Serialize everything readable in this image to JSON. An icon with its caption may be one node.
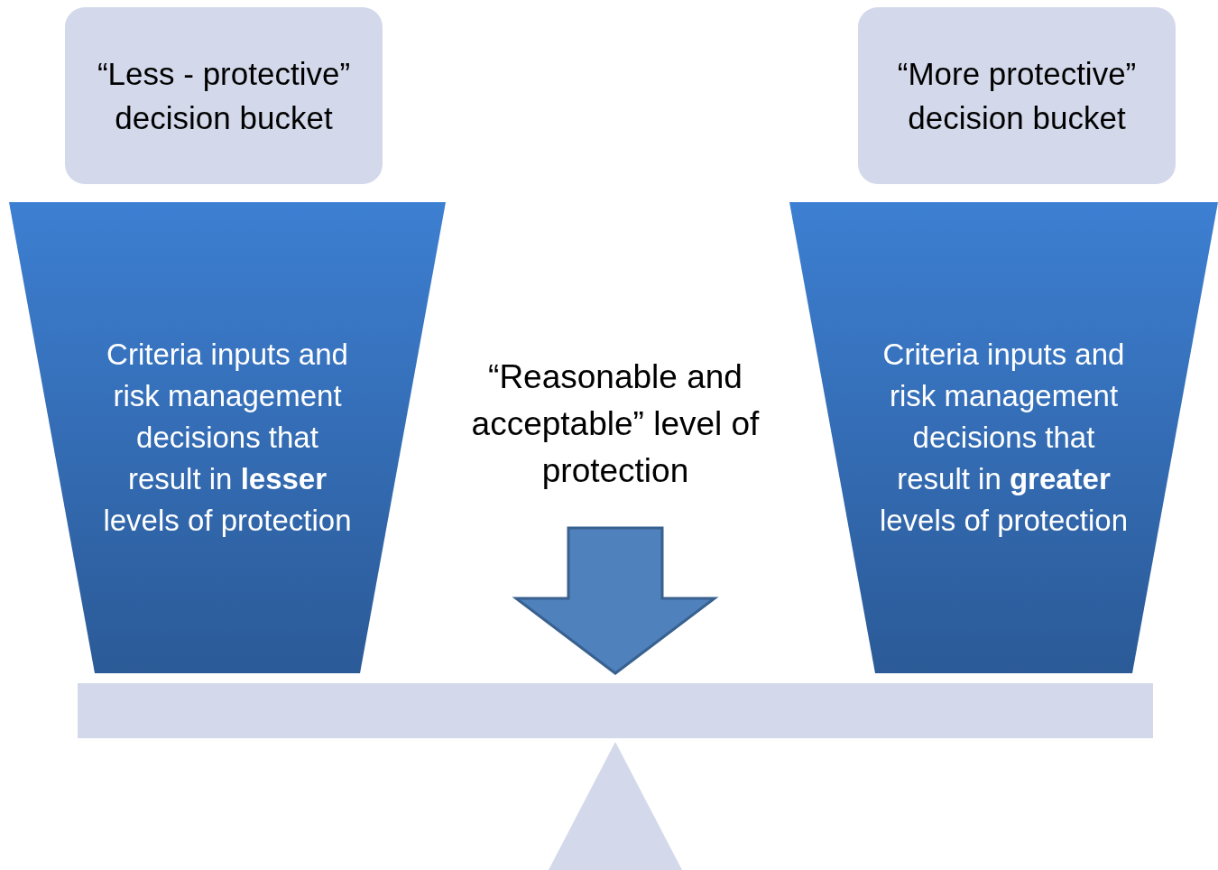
{
  "diagram": {
    "nodes": [
      {
        "text": [
          "“Less - protective” decision bucket"
        ]
      },
      {
        "text": [
          "“More protective” decision bucket"
        ]
      },
      {
        "text": [
          "Criteria inputs and risk management decisions that result in **lesser** levels of protection"
        ]
      },
      {
        "text": [
          "“Reasonable and acceptable” level of protection"
        ]
      },
      {
        "text": [
          "Criteria inputs and risk management decisions that result in **greater** levels of protection"
        ]
      },
      {
        "text": [],
        "shape": "bar"
      },
      {
        "text": [],
        "shape": "triangle"
      }
    ],
    "edges": [
      {
        "from": 3,
        "to": 5,
        "arrow": "to",
        "style": "thick"
      }
    ]
  }
}
